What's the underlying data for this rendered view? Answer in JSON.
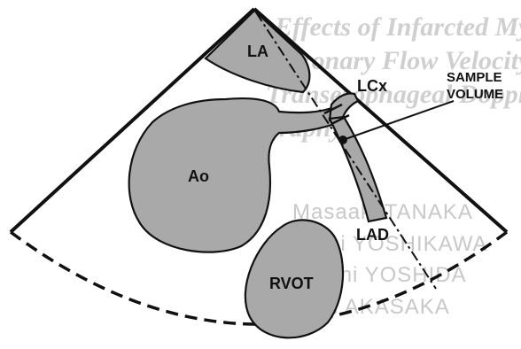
{
  "background_text": {
    "line1": "Effects of Infarcted Myocardium on",
    "line2": "Coronary Flow Velocity: A Study by",
    "line3": "Transesophageal Doppler Echocardio-",
    "line4": "graphy",
    "author1": "Masaaki TANAKA",
    "author2": "Jun-ichi YOSHIKAWA",
    "author3": "Kiyoshi YOSHIDA",
    "author4": "Takuji AKASAKA"
  },
  "labels": {
    "la": "LA",
    "ao": "Ao",
    "rvot": "RVOT",
    "lcx": "LCx",
    "lad": "LAD",
    "sample_volume_line1": "SAMPLE",
    "sample_volume_line2": "VOLUME"
  },
  "colors": {
    "structure_fill": "#a9a9a9",
    "outline": "#111111",
    "bleed_text": "#cfcfcf"
  }
}
